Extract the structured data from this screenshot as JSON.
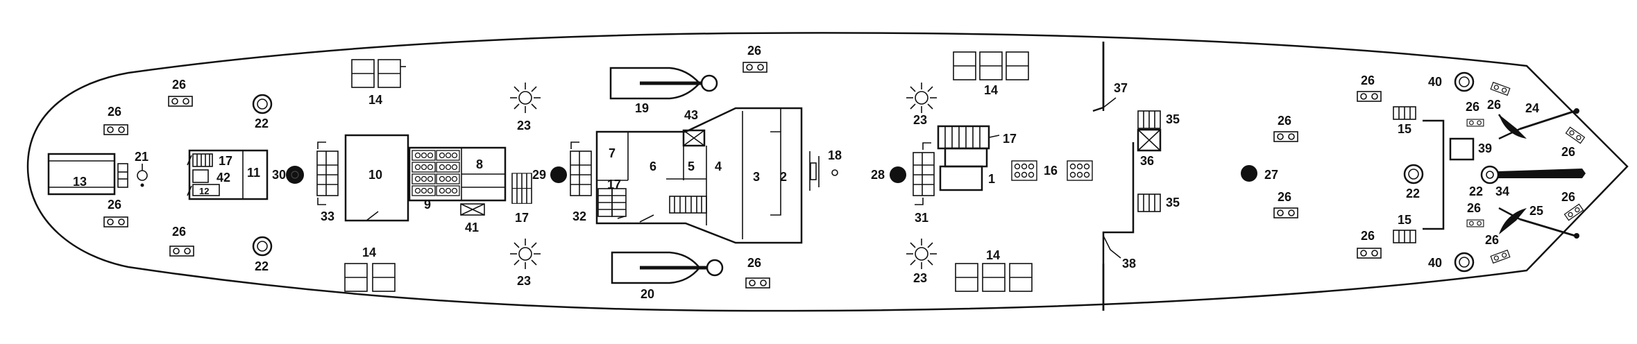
{
  "colors": {
    "ink": "#111111",
    "background": "#ffffff"
  },
  "labels": {
    "1": "1",
    "2": "2",
    "3": "3",
    "4": "4",
    "5": "5",
    "6": "6",
    "7": "7",
    "8": "8",
    "9": "9",
    "10": "10",
    "11": "11",
    "12": "12",
    "13": "13",
    "14": "14",
    "15": "15",
    "16": "16",
    "17": "17",
    "18": "18",
    "19": "19",
    "20": "20",
    "21": "21",
    "22": "22",
    "23": "23",
    "24": "24",
    "25": "25",
    "26": "26",
    "27": "27",
    "28": "28",
    "29": "29",
    "30": "30",
    "31": "31",
    "32": "32",
    "33": "33",
    "34": "34",
    "35": "35",
    "36": "36",
    "37": "37",
    "38": "38",
    "39": "39",
    "40": "40",
    "41": "41",
    "42": "42",
    "43": "43"
  },
  "icons": {
    "skylight": "sun-icon",
    "bollard": "bollard-icon",
    "mast": "mast-icon",
    "anchor": "anchor-icon",
    "winch": "winch-icon"
  }
}
